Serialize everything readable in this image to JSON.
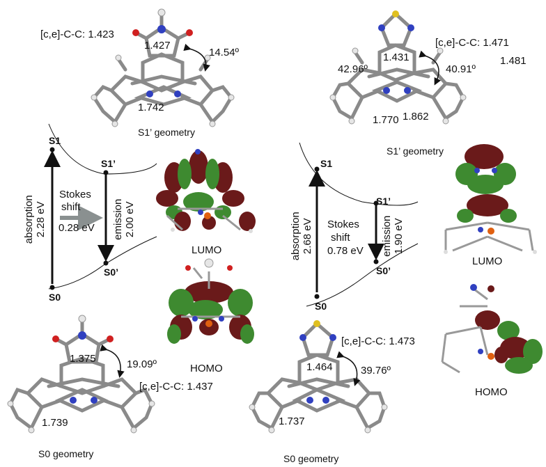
{
  "left_panel": {
    "s1_geometry": {
      "bond_label": "[c,e]-C-C: 1.423",
      "center_bond": "1.427",
      "angle": "14.54º",
      "nn_bond": "1.742",
      "caption": "S1’ geometry"
    },
    "s0_geometry": {
      "center_bond": "1.375",
      "angle": "19.09º",
      "bond_label": "[c,e]-C-C: 1.437",
      "nn_bond": "1.739",
      "caption": "S0 geometry"
    },
    "energy": {
      "S1": "S1",
      "S1p": "S1’",
      "S0": "S0",
      "S0p": "S0’",
      "absorption_label": "absorption",
      "absorption_value": "2.28 eV",
      "stokes_label_1": "Stokes",
      "stokes_label_2": "shift",
      "stokes_value": "0.28 eV",
      "emission_label": "emission",
      "emission_value": "2.00 eV"
    },
    "orbitals": {
      "lumo": "LUMO",
      "homo": "HOMO"
    }
  },
  "right_panel": {
    "s1_geometry": {
      "bond_label": "[c,e]-C-C: 1.471",
      "bond_label_2": "1.481",
      "center_bond": "1.431",
      "angle_left": "42.96º",
      "angle_right": "40.91º",
      "nn_bond_left": "1.770",
      "nn_bond_right": "1.862",
      "caption": "S1’ geometry"
    },
    "s0_geometry": {
      "bond_label": "[c,e]-C-C: 1.473",
      "center_bond": "1.464",
      "angle": "39.76º",
      "nn_bond": "1.737",
      "caption": "S0 geometry"
    },
    "energy": {
      "S1": "S1",
      "S1p": "S1’",
      "S0": "S0",
      "S0p": "S0’",
      "absorption_label": "absorption",
      "absorption_value": "2.68 eV",
      "stokes_label_1": "Stokes",
      "stokes_label_2": "shift",
      "stokes_value": "0.78 eV",
      "emission_label": "emission",
      "emission_value": "1.90 eV"
    },
    "orbitals": {
      "lumo": "LUMO",
      "homo": "HOMO"
    }
  },
  "colors": {
    "bond": "#8a8a8a",
    "hydrogen": "#e6e6e6",
    "nitrogen": "#3040c0",
    "oxygen": "#d02020",
    "sulfur": "#e0c020",
    "lobe_red": "#6a1a1a",
    "lobe_green": "#3e8a30",
    "stokes_arrow": "#8a9090"
  }
}
